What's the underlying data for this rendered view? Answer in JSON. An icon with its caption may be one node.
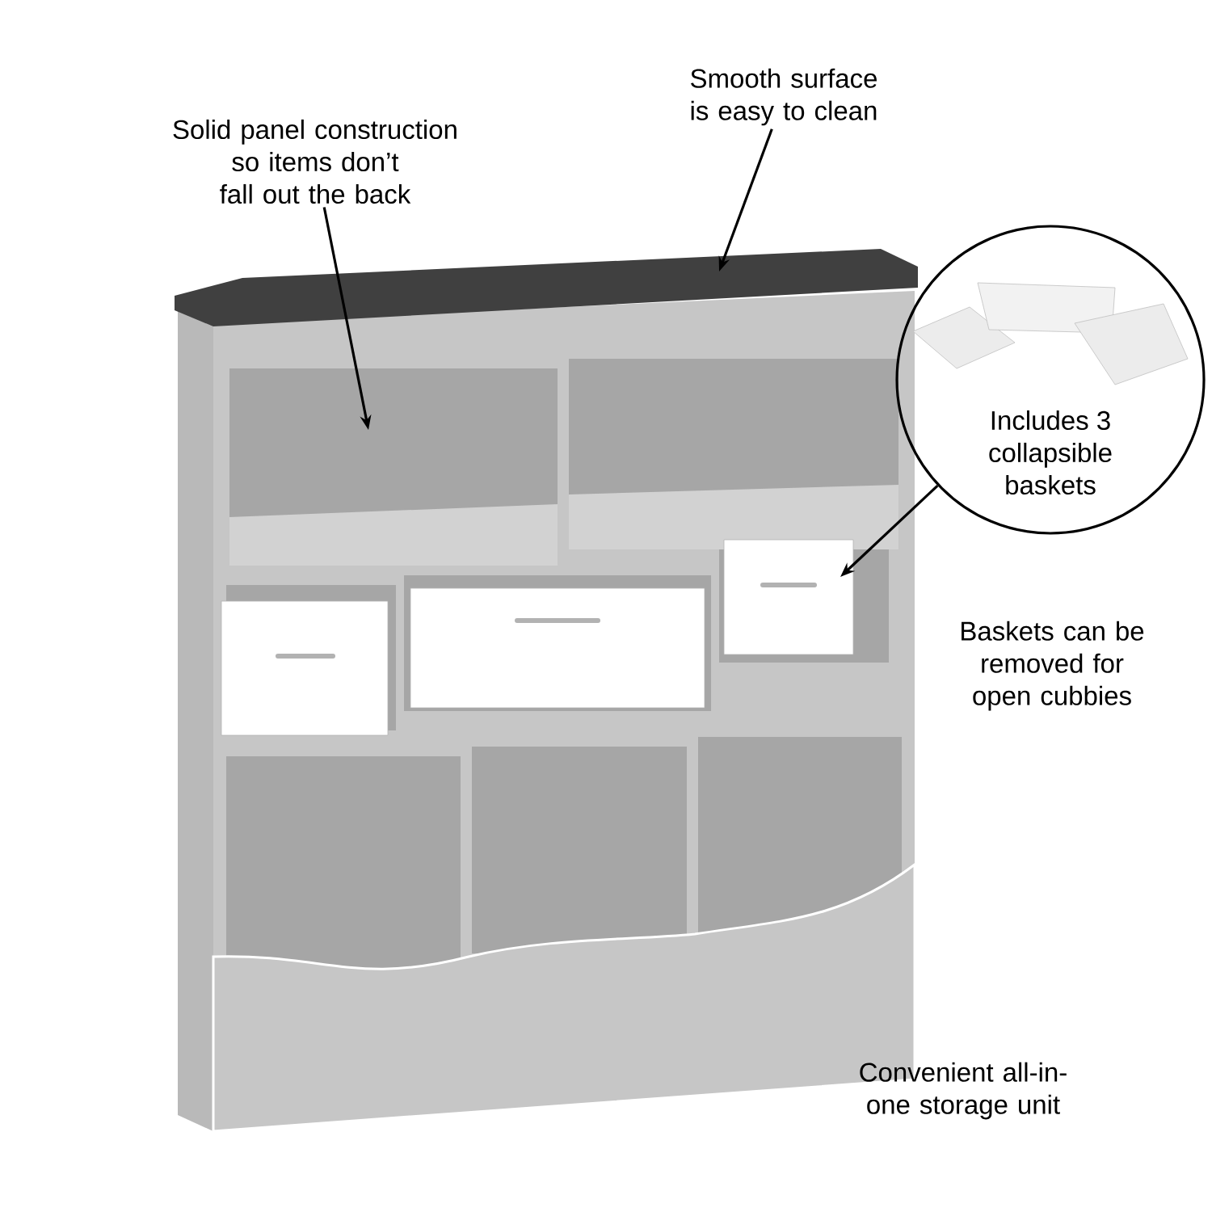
{
  "diagram": {
    "nodes": [
      {
        "text": [
          "Solid panel construction so items don’t fall out the back"
        ]
      },
      {
        "text": [
          "Smooth surface is easy to clean"
        ]
      },
      {
        "text": [
          "Includes 3 collapsible baskets"
        ]
      }
    ],
    "edges": [
      {
        "from": 0,
        "to": null,
        "arrow": "to"
      },
      {
        "from": 1,
        "to": null,
        "arrow": "to"
      },
      {
        "from": 2,
        "to": null,
        "arrow": "to"
      }
    ],
    "labels": [
      "Baskets can be removed for open cubbies",
      "Convenient all-in-one storage unit"
    ]
  }
}
